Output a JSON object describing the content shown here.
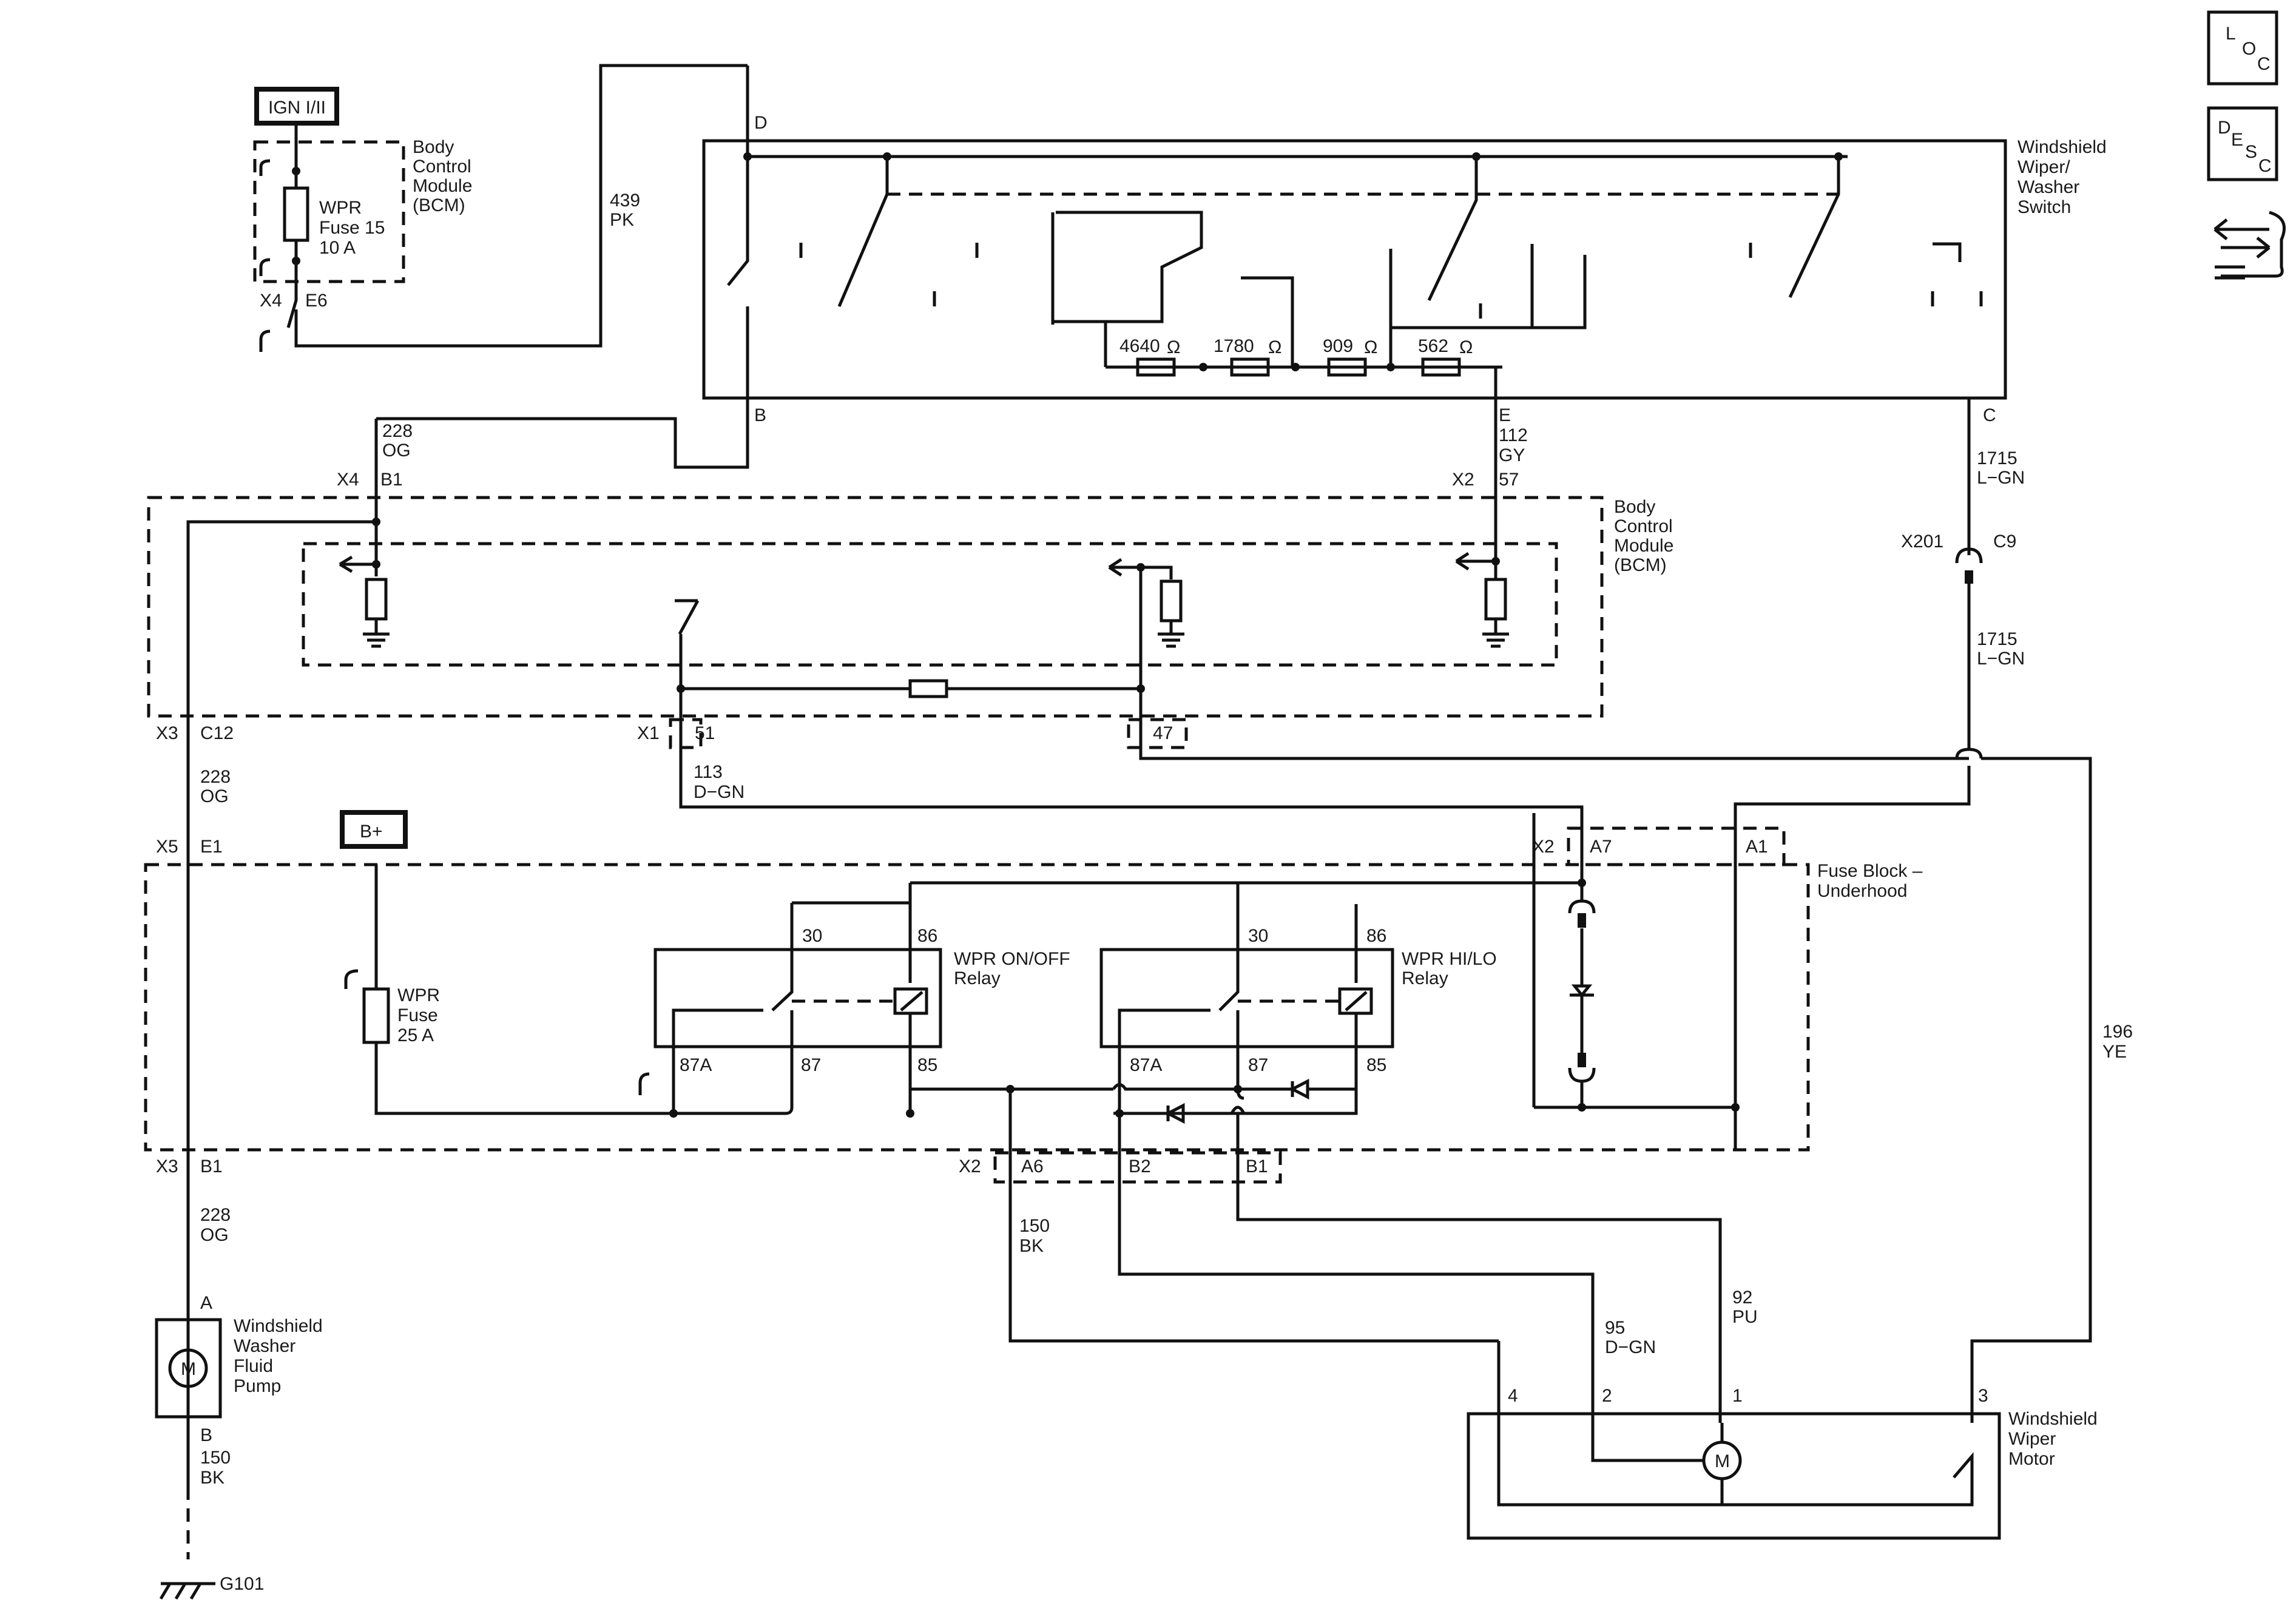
{
  "icons": {
    "loc": {
      "name": "location-icon",
      "letters": [
        "L",
        "O",
        "C"
      ]
    },
    "desc": {
      "name": "description-icon",
      "letters": [
        "D",
        "E",
        "S",
        "C"
      ]
    },
    "tools": {
      "name": "repair-tools-icon"
    }
  },
  "power": {
    "ign": "IGN I/II",
    "bplus": "B+"
  },
  "bcm_top": {
    "title": [
      "Body",
      "Control",
      "Module",
      "(BCM)"
    ],
    "fuse": [
      "WPR",
      "Fuse 15",
      "10 A"
    ],
    "conn": "X4",
    "pin": "E6"
  },
  "switch": {
    "title": [
      "Windshield",
      "Wiper/",
      "Washer",
      "Switch"
    ],
    "pins": {
      "d": "D",
      "b": "B",
      "e": "E",
      "c": "C"
    },
    "resistors": [
      "4640",
      "1780",
      "909",
      "562"
    ],
    "ohm": "Ω"
  },
  "wires": {
    "w439": [
      "439",
      "PK"
    ],
    "w228a": [
      "228",
      "OG"
    ],
    "w112": [
      "112",
      "GY"
    ],
    "w1715a": [
      "1715",
      "L−GN"
    ],
    "w1715b": [
      "1715",
      "L−GN"
    ],
    "w228b": [
      "228",
      "OG"
    ],
    "w113": [
      "113",
      "D−GN"
    ],
    "w228c": [
      "228",
      "OG"
    ],
    "w150a": [
      "150",
      "BK"
    ],
    "w150b": [
      "150",
      "BK"
    ],
    "w95": [
      "95",
      "D−GN"
    ],
    "w92": [
      "92",
      "PU"
    ],
    "w196": [
      "196",
      "YE"
    ]
  },
  "bcm_main": {
    "title": [
      "Body",
      "Control",
      "Module",
      "(BCM)"
    ],
    "x4": "X4",
    "b1": "B1",
    "x2": "X2",
    "p57": "57",
    "x3": "X3",
    "c12": "C12",
    "x1": "X1",
    "p51": "51",
    "p47": "47"
  },
  "inline": {
    "conn": "X201",
    "pin": "C9"
  },
  "fuse_block": {
    "title": [
      "Fuse Block –",
      "Underhood"
    ],
    "x5": "X5",
    "e1": "E1",
    "x2top": "X2",
    "a7": "A7",
    "a1": "A1",
    "x3": "X3",
    "b1": "B1",
    "x2bot": "X2",
    "a6": "A6",
    "b2": "B2",
    "b1b": "B1",
    "fuse": [
      "WPR",
      "Fuse",
      "25 A"
    ],
    "relay1": {
      "label": [
        "WPR ON/OFF",
        "Relay"
      ],
      "pins": [
        "30",
        "86",
        "87A",
        "87",
        "85"
      ]
    },
    "relay2": {
      "label": [
        "WPR HI/LO",
        "Relay"
      ],
      "pins": [
        "30",
        "86",
        "87A",
        "87",
        "85"
      ]
    }
  },
  "pump": {
    "title": [
      "Windshield",
      "Washer",
      "Fluid",
      "Pump"
    ],
    "pin_a": "A",
    "pin_b": "B",
    "m": "M"
  },
  "motor": {
    "title": [
      "Windshield",
      "Wiper",
      "Motor"
    ],
    "pins": [
      "4",
      "2",
      "1",
      "3"
    ],
    "m": "M"
  },
  "ground": "G101"
}
